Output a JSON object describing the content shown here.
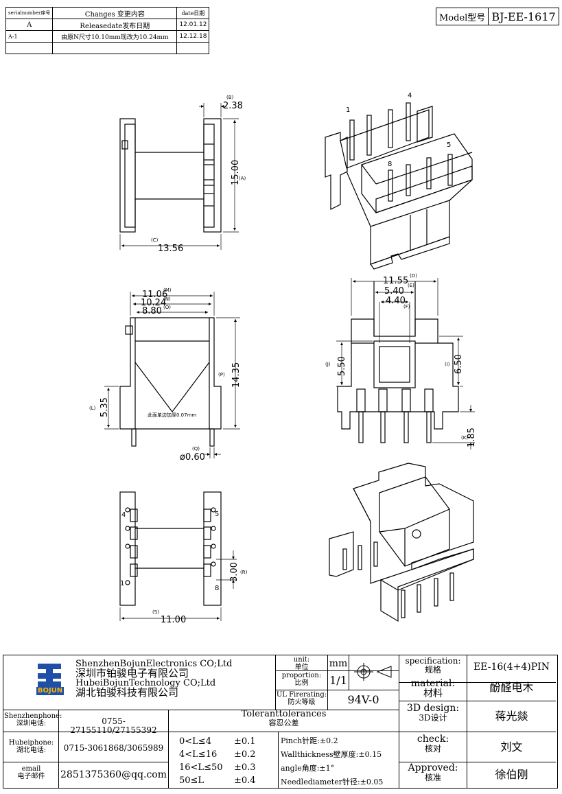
{
  "revision_table": {
    "headers": [
      "serialnumber序号",
      "Changes 变更内容",
      "date日期"
    ],
    "rows": [
      [
        "A",
        "Releasedate发布日期",
        "12.01.12"
      ],
      [
        "A-1",
        "由原N尺寸10.10mm现改为10.24mm",
        "12.12.18"
      ]
    ]
  },
  "model": {
    "label": "Model型号",
    "value": "BJ-EE-1617"
  },
  "dims": {
    "b": "2.38",
    "b_tag": "(B)",
    "a": "15.00",
    "a_tag": "(A)",
    "c": "13.56",
    "c_tag": "(C)",
    "m": "11.06",
    "m_tag": "(M)",
    "n": "10.24",
    "n_tag": "(N)",
    "o": "8.80",
    "o_tag": "(O)",
    "p": "14.35",
    "p_tag": "(P)",
    "l": "5.35",
    "l_tag": "(L)",
    "q": "ø0.60",
    "q_tag": "(Q)",
    "d": "11.55",
    "d_tag": "(D)",
    "e": "5.40",
    "e_tag": "(E)",
    "f": "4.40",
    "f_tag": "(F)",
    "j": "5.50",
    "j_tag": "(J)",
    "i": "6.50",
    "i_tag": "(I)",
    "k": "1.85",
    "k_tag": "(K)",
    "r": "3.00",
    "r_tag": "(R)",
    "s": "11.00",
    "s_tag": "(S)",
    "note": "此面单边加厚0.07mm"
  },
  "pins": {
    "p1": "1",
    "p4": "4",
    "p5": "5",
    "p8": "8"
  },
  "title_block": {
    "company_en_1": "ShenzhenBojunElectronics CO;Ltd",
    "company_cn_1": "深圳市铂骏电子有限公司",
    "company_en_2": "HubeiBojunTechnology CO;Ltd",
    "company_cn_2": "湖北铂骏科技有限公司",
    "logo_text": "BOJUN",
    "unit_label": "unit:",
    "unit_label_cn": "单位",
    "unit_value": "mm",
    "proportion_label": "proportion:",
    "proportion_label_cn": "比例",
    "proportion_value": "1/1",
    "ul_label": "UL Firerating:",
    "ul_label_cn": "防火等级",
    "ul_value": "94V-0",
    "spec_label": "specification:",
    "spec_label_cn": "规格",
    "spec_value": "EE-16(4+4)PIN",
    "material_label": "material:",
    "material_label_cn": "材料",
    "material_value": "酚醛电木",
    "design_label": "3D design:",
    "design_label_cn": "3D设计",
    "design_value": "蒋光燚",
    "check_label": "check:",
    "check_label_cn": "核对",
    "check_value": "刘文",
    "approved_label": "Approved:",
    "approved_label_cn": "核准",
    "approved_value": "徐伯刚",
    "sz_phone_label": "Shenzhenphone:",
    "sz_phone_label_cn": "深圳电话:",
    "sz_phone_value": "0755-27155110/27155392",
    "hb_phone_label": "Hubeiphone:",
    "hb_phone_label_cn": "湖北电话:",
    "hb_phone_value": "0715-3061868/3065989",
    "email_label": "email",
    "email_label_cn": "电子邮件",
    "email_value": "2851375360@qq.com",
    "tol_title": "Toleranttolerances",
    "tol_title_cn": "容忍公差",
    "tol_rows": [
      {
        "range": "0<L≤4",
        "tol": "±0.1"
      },
      {
        "range": "4<L≤16",
        "tol": "±0.2"
      },
      {
        "range": "16<L≤50",
        "tol": "±0.3"
      },
      {
        "range": "50≤L",
        "tol": "±0.4"
      }
    ],
    "pinch": "Pinch针距:±0.2",
    "wall": "Wallthickness壁厚度:±0.15",
    "angle": "angle角度:±1°",
    "needle": "Needlediameter针径:±0.05"
  }
}
